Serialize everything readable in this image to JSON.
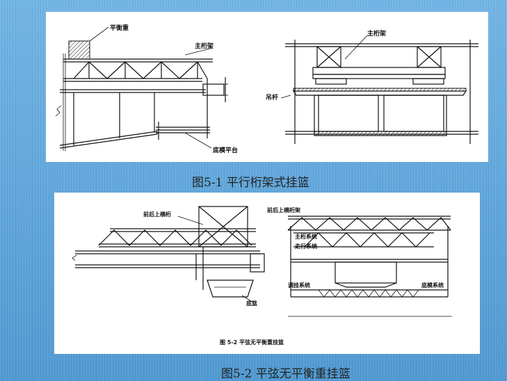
{
  "figure1": {
    "labels": {
      "counterweight": "平衡重",
      "main_truss_left": "主桁架",
      "bottom_platform": "底模平台",
      "main_truss_right": "主桁架",
      "hanger": "吊杆"
    },
    "caption": "图5-1 平行桁架式挂篮"
  },
  "figure2": {
    "labels": {
      "front_rear_beam_left": "前后上横桁",
      "bottom_basket": "底篮",
      "front_rear_truss_right": "前后上横桁架",
      "main_truss_system": "主桁系统",
      "walking_system": "走行系统",
      "hanging_system": "调挂系统",
      "bottom_form_system": "底模系统"
    },
    "inner_caption": "图 5-2   平弦无平衡重挂篮",
    "caption": "图5-2 平弦无平衡重挂篮"
  }
}
